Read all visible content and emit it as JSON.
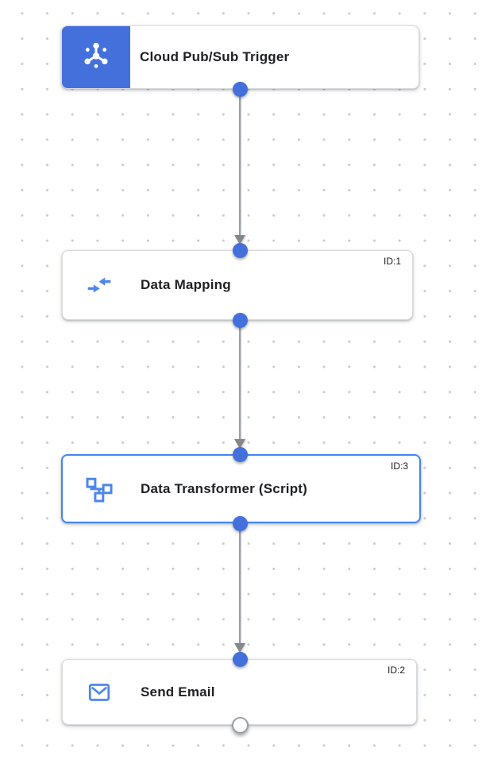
{
  "app": {
    "view": "integration-flow-canvas"
  },
  "nodes": [
    {
      "title": "Cloud Pub/Sub Trigger",
      "id_label": "",
      "icon": "pubsub-trigger-icon",
      "kind": "trigger",
      "selected": false
    },
    {
      "title": "Data Mapping",
      "id_label": "ID:1",
      "icon": "data-mapping-icon",
      "kind": "task",
      "selected": false
    },
    {
      "title": "Data Transformer (Script)",
      "id_label": "ID:3",
      "icon": "data-transformer-icon",
      "kind": "task",
      "selected": true
    },
    {
      "title": "Send Email",
      "id_label": "ID:2",
      "icon": "send-email-icon",
      "kind": "task",
      "selected": false
    }
  ],
  "edges": [
    {
      "from": "Cloud Pub/Sub Trigger",
      "to": "Data Mapping"
    },
    {
      "from": "Data Mapping",
      "to": "Data Transformer (Script)"
    },
    {
      "from": "Data Transformer (Script)",
      "to": "Send Email"
    }
  ],
  "colors": {
    "trigger_tile_blue": "#4470db",
    "port_blue": "#4470db",
    "icon_blue": "#4d86ec",
    "selected_border_blue": "#4285f4",
    "edge_gray": "#9aa0a6",
    "arrowhead_gray": "#83888d",
    "node_border_gray": "#d8dade",
    "grid_dot_gray": "#cbccce",
    "title_text": "#1f2023"
  }
}
